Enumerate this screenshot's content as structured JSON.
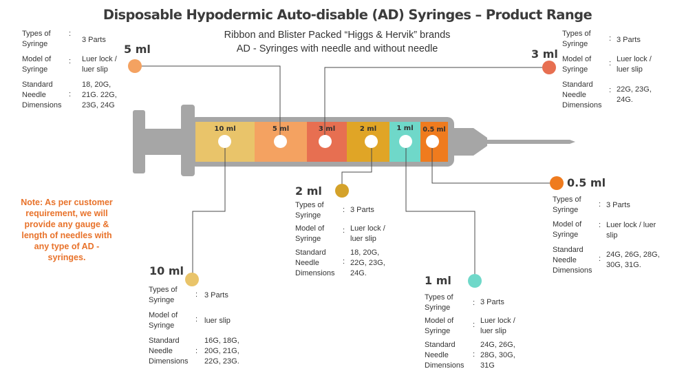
{
  "title": "Disposable Hypodermic Auto-disable (AD) Syringes – Product Range",
  "subtitle": {
    "line1": "Ribbon and Blister Packed “Higgs & Hervik” brands",
    "line2": "AD - Syringes with needle and without needle"
  },
  "note": "Note: As per customer requirement, we will provide any gauge & length of needles with any type of AD - syringes.",
  "spec_labels": {
    "types": "Types of Syringe",
    "model": "Model of Syringe",
    "needle": "Standard Needle Dimensions",
    "colon": ":"
  },
  "barrel_segments": [
    {
      "label": "10 ml",
      "color": "#e9c46a"
    },
    {
      "label": "5 ml",
      "color": "#f4a261"
    },
    {
      "label": "3 ml",
      "color": "#e76f51"
    },
    {
      "label": "2 ml",
      "color": "#e0a526"
    },
    {
      "label": "1 ml",
      "color": "#6fd8c9"
    },
    {
      "label": "0.5 ml",
      "color": "#ef7b1e"
    }
  ],
  "syringes": {
    "ml5": {
      "size": "5 ml",
      "dot_color": "#f4a261",
      "types": "3 Parts",
      "model": "Luer lock / luer slip",
      "needle": "18, 20G, 21G. 22G, 23G, 24G"
    },
    "ml3": {
      "size": "3 ml",
      "dot_color": "#e76f51",
      "types": "3 Parts",
      "model": "Luer lock / luer slip",
      "needle": "22G, 23G, 24G."
    },
    "ml2": {
      "size": "2 ml",
      "dot_color": "#d4a22a",
      "types": "3 Parts",
      "model": "Luer lock / luer slip",
      "needle": "18, 20G, 22G, 23G, 24G."
    },
    "ml05": {
      "size": "0.5 ml",
      "dot_color": "#ef7b1e",
      "types": "3 Parts",
      "model": "Luer lock / luer slip",
      "needle": "24G, 26G, 28G, 30G, 31G."
    },
    "ml10": {
      "size": "10 ml",
      "dot_color": "#e9c46a",
      "types": "3 Parts",
      "model": "luer slip",
      "needle": "16G, 18G, 20G, 21G, 22G, 23G."
    },
    "ml1": {
      "size": "1 ml",
      "dot_color": "#6fd8c9",
      "types": "3 Parts",
      "model": "Luer lock / luer slip",
      "needle": "24G, 26G, 28G, 30G, 31G"
    }
  }
}
